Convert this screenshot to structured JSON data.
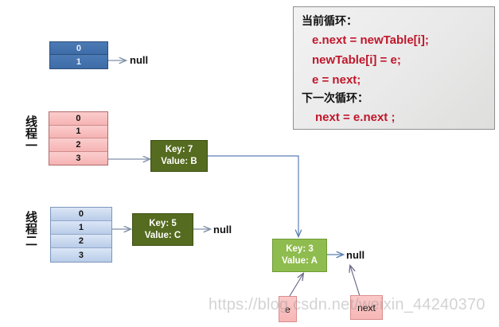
{
  "diagram": {
    "title": "HashMap resize concurrent rehash illustration",
    "colors": {
      "table_blue_dark": "#3d6ca8",
      "table_pink": "#f6b3b3",
      "table_blue_light": "#b9cce8",
      "node_olive": "#556b1f",
      "node_green": "#8fbc4e",
      "pointer_pink": "#f8b6b6",
      "code_text_red": "#c0172b",
      "arrow_gray": "#7f8fa6"
    }
  },
  "tables": [
    {
      "name": "new-table-top",
      "style": "blue-dark",
      "rows": [
        "0",
        "1"
      ],
      "label": ""
    },
    {
      "name": "thread-one-table",
      "style": "pink",
      "rows": [
        "0",
        "1",
        "2",
        "3"
      ],
      "label": "线程一"
    },
    {
      "name": "thread-two-table",
      "style": "blue-light",
      "rows": [
        "0",
        "1",
        "2",
        "3"
      ],
      "label": "线程二"
    }
  ],
  "nodes": [
    {
      "name": "entry-key7",
      "key_line": "Key: 7",
      "value_line": "Value: B"
    },
    {
      "name": "entry-key5",
      "key_line": "Key: 5",
      "value_line": "Value: C"
    },
    {
      "name": "entry-key3",
      "key_line": "Key: 3",
      "value_line": "Value: A"
    }
  ],
  "nulls": {
    "top": "null",
    "middle": "null",
    "right": "null"
  },
  "pointers": [
    {
      "name": "pointer-e",
      "label": "e"
    },
    {
      "name": "pointer-next",
      "label": "next"
    }
  ],
  "code_box": {
    "current_loop_header": "当前循环：",
    "current_loop_statements": [
      "e.next = newTable[i];",
      "newTable[i] = e;",
      "e = next;"
    ],
    "next_loop_header": "下一次循环：",
    "next_loop_statements": [
      "next = e.next ;"
    ]
  },
  "watermark": "https://blog.csdn.net/weixin_44240370"
}
